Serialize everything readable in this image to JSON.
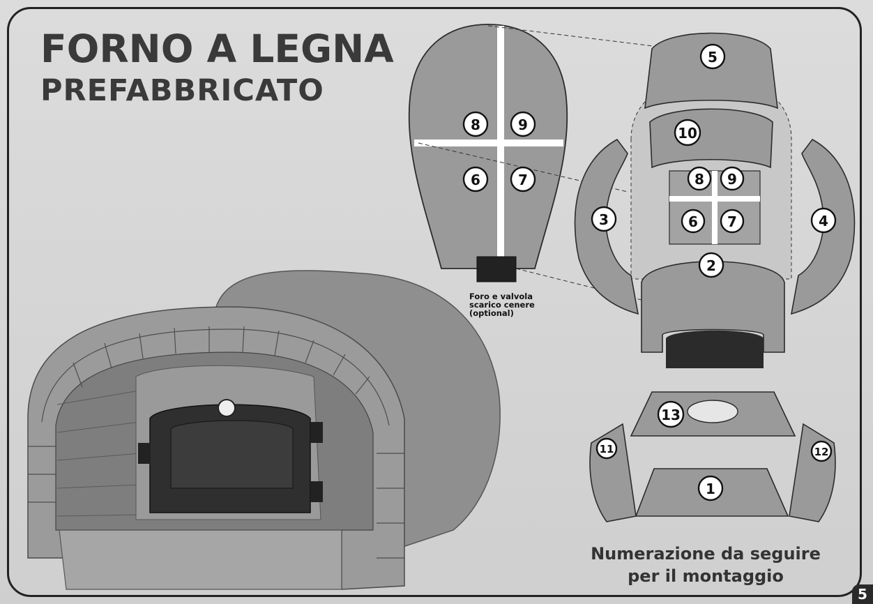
{
  "title": {
    "line1": "FORNO A LEGNA",
    "line2": "PREFABBRICATO"
  },
  "captions": {
    "ash_valve": [
      "Foro e valvola",
      "scarico cenere",
      "(optional)"
    ],
    "assembly_order": [
      "Numerazione da seguire",
      "per il montaggio"
    ]
  },
  "piece_numbers": {
    "top_view": [
      "8",
      "9",
      "6",
      "7"
    ],
    "exploded": [
      "5",
      "10",
      "8",
      "9",
      "3",
      "6",
      "7",
      "4",
      "2",
      "13",
      "11",
      "12",
      "1"
    ]
  },
  "page_number": "5",
  "colors": {
    "piece_fill": "#9a9a9a",
    "piece_stroke": "#2b2b2b",
    "oven_body": "#8c8c8c",
    "door": "#2e2e2e",
    "background": "#d9d9d9"
  }
}
